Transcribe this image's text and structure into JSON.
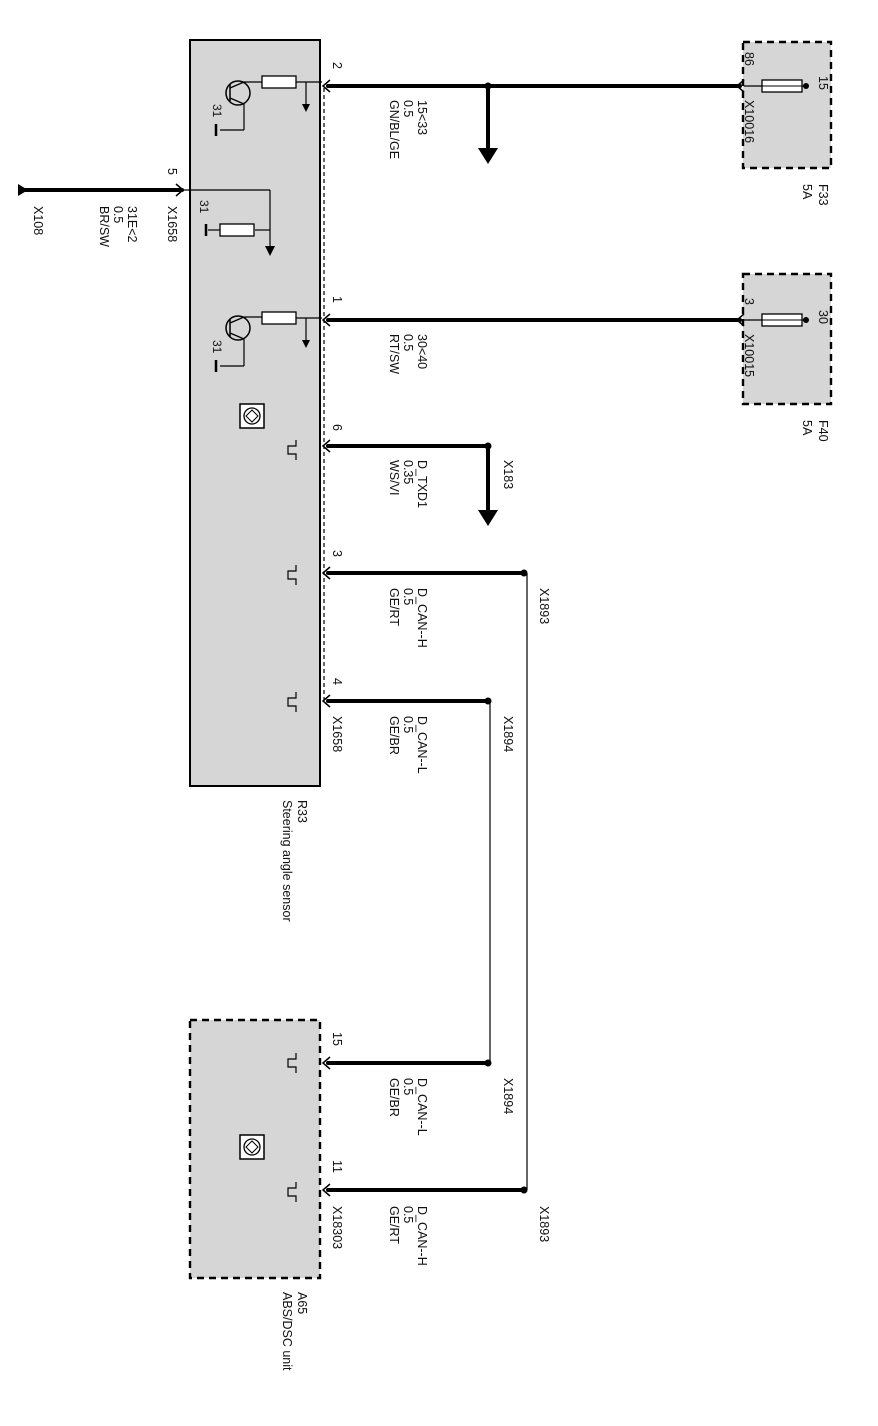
{
  "components": {
    "r33": {
      "id": "R33",
      "name": "Steering angle sensor"
    },
    "a65": {
      "id": "A65",
      "name": "ABS/DSC unit"
    },
    "f33": {
      "id": "F33",
      "rating": "5A",
      "pin_left": "86",
      "pin_right": "15",
      "connector": "X10016"
    },
    "f40": {
      "id": "F40",
      "rating": "5A",
      "pin_left": "3",
      "pin_right": "30",
      "connector": "X10015"
    }
  },
  "connectors": {
    "x1658_top": "X1658",
    "x1658_bottom": "X1658",
    "x108": "X108",
    "x183": "X183",
    "x1893_a": "X1893",
    "x1894_a": "X1894",
    "x1894_b": "X1894",
    "x1893_b": "X1893",
    "x18303": "X18303"
  },
  "internal": {
    "ground_31_a": "31",
    "ground_31_b": "31",
    "ground_31_c": "31"
  },
  "wires": [
    {
      "pin": "2",
      "signal": "15<33",
      "size": "0.5",
      "color": "GN/BL/GE"
    },
    {
      "pin": "5",
      "signal": "31E<2",
      "size": "0.5",
      "color": "BR/SW"
    },
    {
      "pin": "1",
      "signal": "30<40",
      "size": "0.5",
      "color": "RT/SW"
    },
    {
      "pin": "6",
      "signal": "D_TXD1",
      "size": "0.35",
      "color": "WS/VI"
    },
    {
      "pin": "3",
      "signal": "D_CAN--H",
      "size": "0.5",
      "color": "GE/RT"
    },
    {
      "pin": "4",
      "signal": "D_CAN--L",
      "size": "0.5",
      "color": "GE/BR"
    },
    {
      "pin": "15",
      "signal": "D_CAN--L",
      "size": "0.5",
      "color": "GE/BR"
    },
    {
      "pin": "11",
      "signal": "D_CAN--H",
      "size": "0.5",
      "color": "GE/RT"
    }
  ]
}
